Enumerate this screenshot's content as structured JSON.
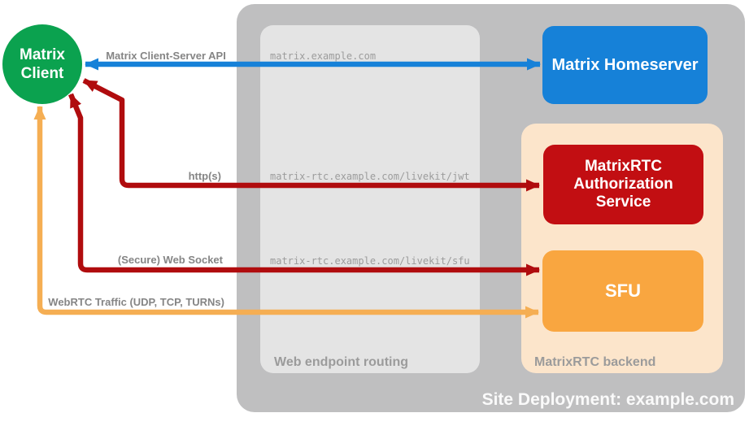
{
  "diagram": {
    "client_label": "Matrix Client",
    "homeserver_label": "Matrix Homeserver",
    "auth_service_label": "MatrixRTC\nAuthorization\nService",
    "sfu_label": "SFU",
    "routing_section_label": "Web endpoint routing",
    "backend_section_label": "MatrixRTC backend",
    "site_deployment_label": "Site Deployment: example.com",
    "endpoints": [
      "matrix.example.com",
      "matrix-rtc.example.com/livekit/jwt",
      "matrix-rtc.example.com/livekit/sfu"
    ],
    "arrow_labels": {
      "client_server_api": "Matrix Client-Server API",
      "https": "http(s)",
      "websocket": "(Secure) Web Socket",
      "webrtc": "WebRTC Traffic (UDP, TCP, TURNs)"
    },
    "colors": {
      "client_green": "#0ba24f",
      "homeserver_blue": "#1681d8",
      "auth_red": "#c20e12",
      "sfu_orange": "#f9a640",
      "arrow_blue": "#1681d8",
      "arrow_red": "#b00c0e",
      "arrow_orange": "#f5ae53",
      "backend_peach": "#fce5cb",
      "outer_gray": "#bfbfc0",
      "routing_gray": "#e4e4e4"
    }
  }
}
